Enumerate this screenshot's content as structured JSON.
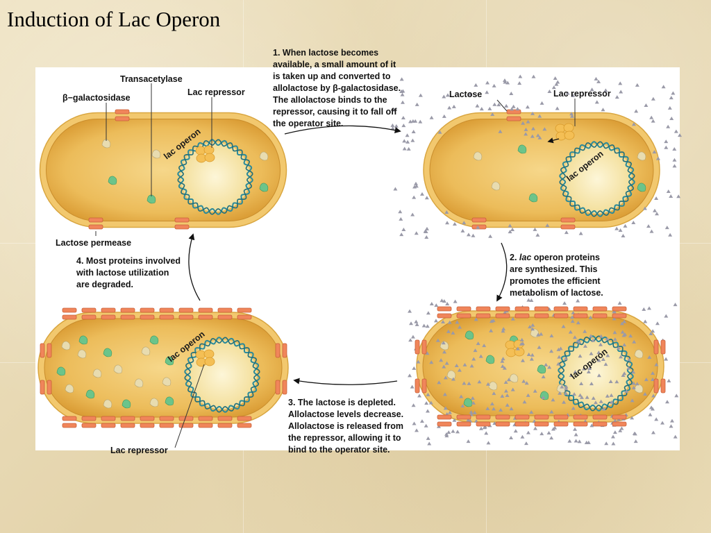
{
  "slide": {
    "title": "Induction of Lac Operon"
  },
  "labels": {
    "transacetylase": "Transacetylase",
    "beta_galactosidase": "β−galactosidase",
    "lac_repressor_top_left": "Lac repressor",
    "lac_repressor_top_right": "Lac repressor",
    "lac_repressor_bottom_left": "Lac repressor",
    "lactose": "Lactose",
    "lactose_permease": "Lactose permease",
    "lac_operon": "lac operon"
  },
  "steps": {
    "step1": {
      "lines": [
        "1. When lactose becomes",
        "available, a small amount of it",
        "is taken up and converted to",
        "allolactose by β-galactosidase.",
        "The allolactose binds to the",
        "repressor, causing it to fall off",
        "the operator site."
      ]
    },
    "step2": {
      "prefix": "2. ",
      "italic": "lac",
      "first_line_rest": " operon proteins",
      "lines": [
        "are synthesized. This",
        "promotes the efficient",
        "metabolism of lactose."
      ]
    },
    "step3": {
      "lines": [
        "3. The lactose is depleted.",
        "Allolactose levels decrease.",
        "Allolactose is released from",
        "the repressor, allowing it to",
        "bind to the operator site."
      ]
    },
    "step4": {
      "lines": [
        "4. Most proteins involved",
        "with lactose utilization",
        "are degraded."
      ]
    }
  },
  "colors": {
    "cell_wall": "#f2c86e",
    "cytoplasm": "#e8b04a",
    "nucleoid": "#faf0c6",
    "dna": "#2c8a9a",
    "permease": "#f0855a",
    "green_protein": "#6cc48a",
    "cream_protein": "#e8dcb0",
    "repressor": "#f4bf55",
    "lactose_dot": "#9a9aa8"
  }
}
